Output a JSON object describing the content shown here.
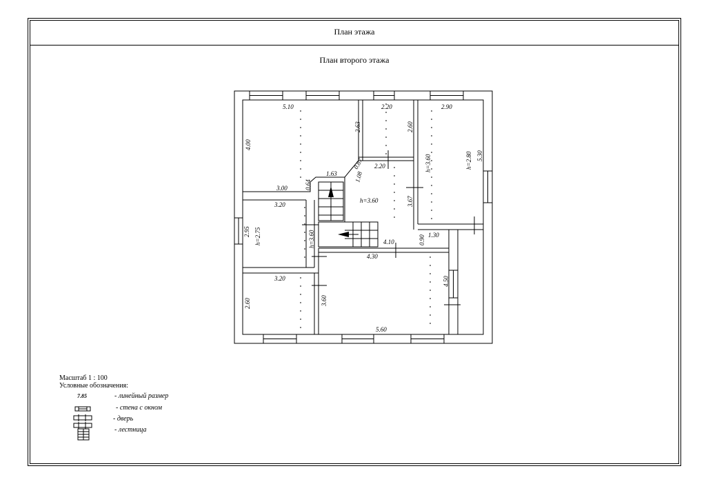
{
  "header": {
    "title": "План этажа"
  },
  "plan": {
    "title": "План второго этажа",
    "dimensions": [
      {
        "id": "d510",
        "text": "5.10"
      },
      {
        "id": "d220a",
        "text": "2.20"
      },
      {
        "id": "d290",
        "text": "2.90"
      },
      {
        "id": "d400",
        "text": "4.00"
      },
      {
        "id": "d263",
        "text": "2.63"
      },
      {
        "id": "d260a",
        "text": "2.60"
      },
      {
        "id": "h360a",
        "text": "h=3.60"
      },
      {
        "id": "h280",
        "text": "h=2.80"
      },
      {
        "id": "d530",
        "text": "5.30"
      },
      {
        "id": "d087",
        "text": "0.87"
      },
      {
        "id": "d220b",
        "text": "2.20"
      },
      {
        "id": "d163",
        "text": "1.63"
      },
      {
        "id": "d108",
        "text": "1.08"
      },
      {
        "id": "d300",
        "text": "3.00"
      },
      {
        "id": "d064",
        "text": "0.64"
      },
      {
        "id": "h360b",
        "text": "h=3.60"
      },
      {
        "id": "d367",
        "text": "3.67"
      },
      {
        "id": "d320a",
        "text": "3.20"
      },
      {
        "id": "d295",
        "text": "2.95"
      },
      {
        "id": "h275",
        "text": "h=2.75"
      },
      {
        "id": "h360c",
        "text": "h=3.60"
      },
      {
        "id": "d410",
        "text": "4.10"
      },
      {
        "id": "d090",
        "text": "0.90"
      },
      {
        "id": "d130",
        "text": "1.30"
      },
      {
        "id": "d430",
        "text": "4.30"
      },
      {
        "id": "d450",
        "text": "4.50"
      },
      {
        "id": "d320b",
        "text": "3.20"
      },
      {
        "id": "d360",
        "text": "3.60"
      },
      {
        "id": "d260b",
        "text": "2.60"
      },
      {
        "id": "d560",
        "text": "5.60"
      }
    ]
  },
  "legend": {
    "scale": "Масштаб 1 : 100",
    "heading": "Условные обозначения:",
    "sample_dimension": "7.85",
    "items": [
      {
        "label": "- линейный размер"
      },
      {
        "label": "- стена с окном"
      },
      {
        "label": "- дверь"
      },
      {
        "label": "- лестница"
      }
    ]
  }
}
